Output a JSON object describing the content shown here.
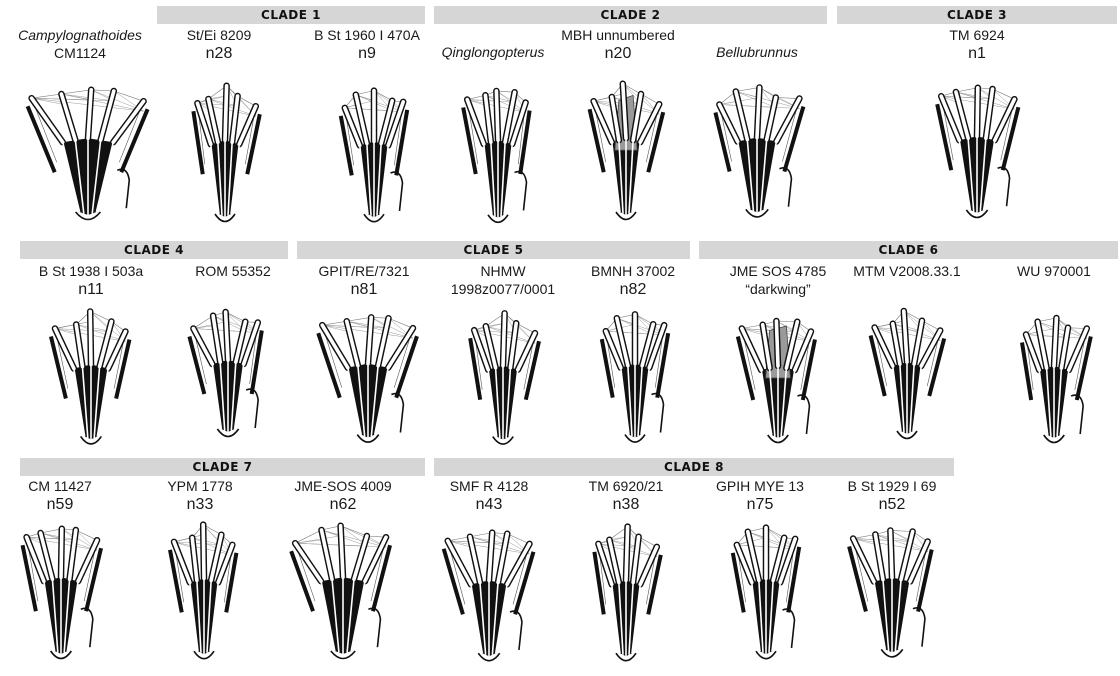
{
  "clades": [
    "CLADE 1",
    "CLADE 2",
    "CLADE 3",
    "CLADE 4",
    "CLADE 5",
    "CLADE 6",
    "CLADE 7",
    "CLADE 8"
  ],
  "specimens": [
    {
      "label": "Campylognathoides",
      "label2": "CM1124",
      "n": ""
    },
    {
      "label": "St/Ei 8209",
      "label2": "",
      "n": "n28"
    },
    {
      "label": "B St 1960 I 470A",
      "label2": "",
      "n": "n9"
    },
    {
      "label": "Qinglongopterus",
      "label2": "",
      "n": ""
    },
    {
      "label": "MBH unnumbered",
      "label2": "",
      "n": "n20"
    },
    {
      "label": "Bellubrunnus",
      "label2": "",
      "n": ""
    },
    {
      "label": "TM 6924",
      "label2": "",
      "n": "n1"
    },
    {
      "label": "B St 1938 I 503a",
      "label2": "",
      "n": "n11"
    },
    {
      "label": "ROM 55352",
      "label2": "",
      "n": ""
    },
    {
      "label": "GPIT/RE/7321",
      "label2": "",
      "n": "n81"
    },
    {
      "label": "NHMW",
      "label2": "1998z0077/0001",
      "n": ""
    },
    {
      "label": "BMNH 37002",
      "label2": "",
      "n": "n82"
    },
    {
      "label": "JME SOS 4785",
      "label2": "“darkwing”",
      "n": ""
    },
    {
      "label": "MTM V2008.33.1",
      "label2": "",
      "n": ""
    },
    {
      "label": "WU 970001",
      "label2": "",
      "n": ""
    },
    {
      "label": "CM 11427",
      "label2": "",
      "n": "n59"
    },
    {
      "label": "YPM 1778",
      "label2": "",
      "n": "n33"
    },
    {
      "label": "JME-SOS 4009",
      "label2": "",
      "n": "n62"
    },
    {
      "label": "SMF R 4128",
      "label2": "",
      "n": "n43"
    },
    {
      "label": "TM 6920/21",
      "label2": "",
      "n": "n38"
    },
    {
      "label": "GPIH MYE 13",
      "label2": "",
      "n": "n75"
    },
    {
      "label": "B St 1929 I 69",
      "label2": "",
      "n": "n52"
    }
  ],
  "colors": {
    "bone": "#111111",
    "bar": "#d6d6d6",
    "shade": "#9a9a9a"
  }
}
